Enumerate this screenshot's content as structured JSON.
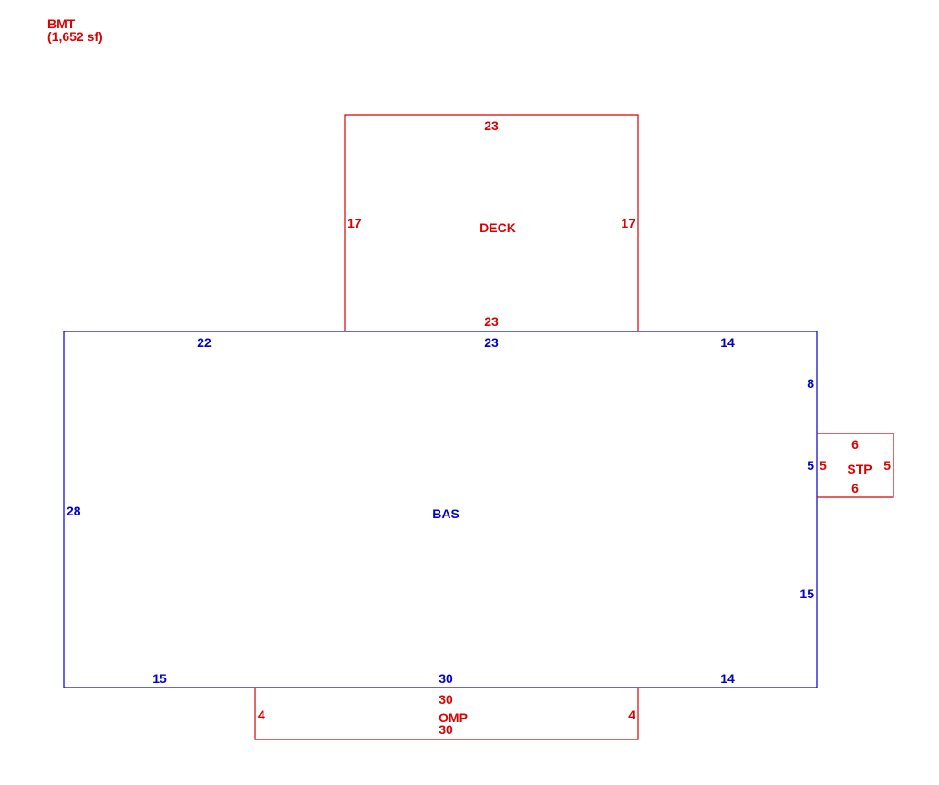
{
  "colors": {
    "addition": "#dd0000",
    "base": "#0000cc"
  },
  "header": {
    "code": "BMT",
    "area": "(1,652 sf)"
  },
  "deck": {
    "label": "DECK",
    "top": "23",
    "bottom": "23",
    "left": "17",
    "right": "17"
  },
  "bas": {
    "label": "BAS",
    "top_left": "22",
    "top_mid": "23",
    "top_right": "14",
    "right_upper": "8",
    "right_mid": "5",
    "right_lower": "15",
    "left": "28",
    "bottom_left": "15",
    "bottom_mid": "30",
    "bottom_right": "14"
  },
  "stp": {
    "label": "STP",
    "top": "6",
    "bottom": "6",
    "left": "5",
    "right": "5"
  },
  "omp": {
    "label": "OMP",
    "top": "30",
    "bottom": "30",
    "left": "4",
    "right": "4"
  }
}
